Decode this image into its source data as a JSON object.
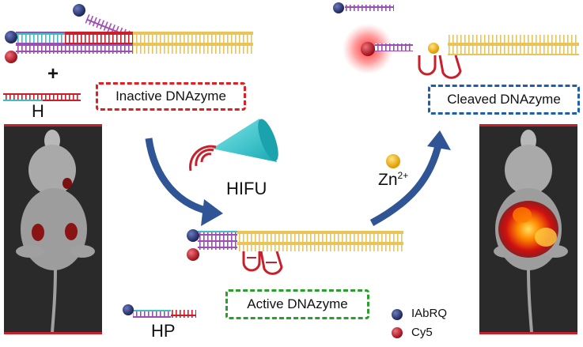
{
  "labels": {
    "plus": "+",
    "h": "H",
    "hp": "HP",
    "hifu": "HIFU",
    "zn_base": "Zn",
    "zn_sup": "2+",
    "inactive": "Inactive DNAzyme",
    "active": "Active DNAzyme",
    "cleaved": "Cleaved DNAzyme"
  },
  "legend": [
    {
      "label": "IAbRQ",
      "color": "#2b3a7a"
    },
    {
      "label": "Cy5",
      "color": "#c8202a"
    }
  ],
  "colors": {
    "teal_strand": "#3fbfbf",
    "purple_strand": "#9b4fb3",
    "red_strand": "#c8202a",
    "gold_strand": "#e8c45a",
    "quencher": "#2b3a7a",
    "fluorophore": "#c8202a",
    "zinc": "#f0b400",
    "arrow": "#2f5597",
    "inactive_border": "#e02020",
    "active_border": "#2aa02a",
    "cleaved_border": "#1f5fa8",
    "hifu_cone": "#3cc8d0"
  },
  "icons": [
    "quencher-dot-icon",
    "fluorophore-dot-icon",
    "zinc-ion-icon",
    "ultrasound-transducer-icon",
    "mouse-image-left",
    "mouse-image-right"
  ]
}
